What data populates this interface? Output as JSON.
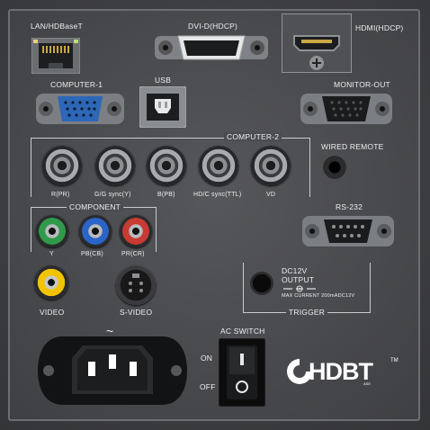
{
  "labels": {
    "lan": "LAN/HDBaseT",
    "dvi": "DVI-D(HDCP)",
    "hdmi": "HDMI(HDCP)",
    "computer1": "COMPUTER-1",
    "usb": "USB",
    "monitor_out": "MONITOR-OUT",
    "computer2": "COMPUTER-2",
    "wired_remote": "WIRED REMOTE",
    "r": "R(PR)",
    "g": "G/G sync(Y)",
    "b": "B(PB)",
    "hd": "HD/C sync(TTL)",
    "vd": "VD",
    "component": "COMPONENT",
    "y": "Y",
    "pb": "PB(CB)",
    "pr": "PR(CR)",
    "rs232": "RS-232",
    "dc12v": "DC12V",
    "output": "OUTPUT",
    "max_current": "MAX CURRENT 200mADC12V",
    "trigger": "TRIGGER",
    "video": "VIDEO",
    "svideo": "S-VIDEO",
    "ac_switch": "AC SWITCH",
    "on": "ON",
    "off": "OFF",
    "tilde": "~",
    "hdbt": "HDBT",
    "tm": "TM",
    "alliance": "ASE"
  },
  "colors": {
    "panel": "#48494c",
    "component_y": "#2f9a4a",
    "component_pb": "#2a64c8",
    "component_pr": "#c83a32",
    "video": "#f2c400",
    "vga_blue": "#2e67b6"
  },
  "icons": [
    "rj45-icon",
    "dvi-icon",
    "hdmi-icon",
    "vga-icon",
    "usb-b-icon",
    "bnc-icon",
    "rca-icon",
    "db9-icon",
    "svideo-icon",
    "power-inlet-icon",
    "rocker-switch-icon",
    "hdbaset-logo"
  ]
}
